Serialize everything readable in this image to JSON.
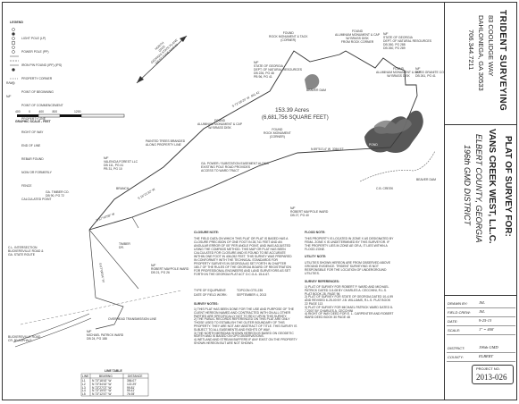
{
  "legend": {
    "title": "LEGEND",
    "items": [
      "LIGHT POLE (LP)",
      "POWER POLE (PP)",
      "IRON PIN FOUND (IPF) (IPS)",
      "PROPERTY CORNER",
      "POINT OF BEGINNING",
      "POINT OF COMMENCEMENT",
      "PROPERTY LINE",
      "RIGHT OF WAY",
      "END OF LINE",
      "REBAR FOUND",
      "NOW OR FORMERLY",
      "FENCE",
      "CALCULATED POINT"
    ],
    "codes": [
      "R/W",
      "N/F",
      "POB",
      "POC",
      "CP"
    ]
  },
  "north_arrow_label": "NORTH\nGRID\nGEORGIA STATE PLANE\nWEST ZONE NAD 83",
  "graphic_scale": {
    "label": "GRAPHIC SCALE - FEET",
    "ticks": [
      "400",
      "0",
      "400",
      "800",
      "1200"
    ]
  },
  "area": {
    "acres": "153.39 Acres",
    "sqft": "(6,681,756 SQUARE FEET)"
  },
  "annotations": [
    "FOUND\nROCK MONUMENT & TACK\n(CORNER)",
    "FOUND\nALUMINUM MONUMENT & CAP\nW/ BRASS DISK\nFROM ROCK CORNER",
    "N/F\nSTATE OF GEORGIA\nDEPT. OF NATURAL RESOURCES\nDB 260, PG 288\nDB 260, PG 289",
    "FOUND\nALUMINUM MONUMENT & CAP\nW/ BRASS DISK",
    "N/F\nBOGS GRANITE CO.\nDB 261, PG 41",
    "N/F\nSTATE OF GEORGIA\nDEPT. OF NATURAL RESOURCES\nDB 226, PG 48\nPB 96, PG 41",
    "BEAVER DAM",
    "POND",
    "FOUND\nALUMINUM MONUMENT & CAP\nW/ BRASS DISK",
    "FOUND\nROCK MONUMENT\n(CORNER)",
    "PAINTED TREES BRANDED\nALONG PROPERTY LINE",
    "N/F\nVALENCIA FOREST LLC\nDB 111, PG 41\nPB 31, PG 10",
    "GA. POWER / SUBSTATION EASEMENT ALONG\nEXISTING POLE ROAD PROVIDES\nACCESS TO WARD TRACT",
    "GA. TIMBER CO.\nDB 90, PG 72",
    "N/F\nROBERT MAYPOLE WARD\nDB 27, PG 40",
    "N/F\nROBERT MAYPOLE WARD\nDB 21, PG 26",
    "N/F\nMICHAEL PATRICK WARD\nDB 24, PG 188",
    "BUCKERSVILLE ROAD\nCR. 80 ASPHALT",
    "OVERHEAD TRANSMISSION LINE",
    "BRANCH",
    "TIMBER\nDR.",
    "BEAVER DAM",
    "C.B. CREEK",
    "C.L. INTERSECTION\nBUCKERSVILLE ROAD &\nGA. STATE ROUTE"
  ],
  "bearings": [
    "S 72°26'29\" W  491.41'",
    "S 16°21'32\" W",
    "N 89°51'14\" W  3364.97'",
    "S 07°08'04\" W",
    "S 67°43'58\" W"
  ],
  "closure_note": {
    "title": "CLOSURE NOTE:",
    "text": "THE FIELD DATA ON WHICH THIS PLAT OR PLAT IS BASED HAS A CLOSURE PRECISION OF ONE FOOT IN 28,741 FEET AND AN ANGULAR ERROR OF 05\" PER ANGLE POINT, AND WAS ADJUSTED USING THE COMPASS METHOD. THIS MAP OR PLAT HAS BEEN CALCULATED FOR CLOSURE AND IS FOUND TO BE ACCURATE WITHIN ONE FOOT IN 406,052 FEET.\n\nTHIS SURVEY WAS PREPARED IN CONFORMITY WITH THE TECHNICAL STANDARDS FOR PROPERTY SURVEYS IN GEORGIA AS SET FORTH IN CHAPTER 180-7 OF THE RULES OF THE GEORGIA BOARD OF REGISTRATION FOR PROFESSIONAL ENGINEERS AND LAND SURVEYORS AS SET FORTH IN THE GEORGIA PLAT ACT O.C.G.A. 15-6-67.",
    "equipment_label": "TYPE OF EQUIPMENT:",
    "equipment": "TOPCON GTS-235",
    "date_label": "DATE OF FIELD WORK:",
    "date": "SEPTEMBER 4, 2013"
  },
  "flood_note": {
    "title": "FLOOD NOTE:",
    "text": "THIS PROPERTY IS LOCATED IN ZONE X AS DESIGNATED BY FEMA. ZONE X IS UNDETERMINED BY THIS SURVEYOR. IF THE PROPERTY LIES IN ZONE AE OR A, IT LIES WITHIN A FLOOD ZONE."
  },
  "utility_note": {
    "title": "UTILITY NOTE:",
    "text": "UTILITIES SHOWN HEREON ARE FROM OBSERVED ABOVE GROUND EVIDENCE. TRIDENT SURVEYING IS NOT RESPONSIBLE FOR THE LOCATION OF UNDERGROUND UTILITIES."
  },
  "survey_notes": {
    "title": "SURVEY NOTES:",
    "items": [
      "1) THIS PLAT HAS BEEN DONE FOR THE USE AND PURPOSE OF THE CLIENT HEREON NAMED AND CONTRACTED WITH ON ALL OTHER PARTIES ARE SPECIFICALLY NOT TO RELY UPON THIS SURVEY.",
      "2) THE PUBLIC RECORDS REFERENCED ON THIS PLAT ARE ONLY THOSE USED TO ESTABLISH THE OUTER BOUNDARY OF THIS PROPERTY. THEY ARE NOT ANY ABSTRACT OF TITLE. THIS SURVEY IS SUBJECT TO ALL EASEMENTS AND RIGHTS OF WAY.",
      "3) THE NORTH MERIDIAN SHOWN HEREON IS BASED ON GEODETIC NORTH AND IS BASED ON GPS OBSERVATIONS.",
      "4) WETLAND AND STREAM BUFFERS IF ANY EXIST ON THE PROPERTY SHOWN HEREON BUT ARE NOT SHOWN."
    ]
  },
  "survey_references": {
    "title": "SURVEY REFERENCES:",
    "items": [
      "1) PLAT OF SURVEY FOR ROBERT P. WARD AND MICHAEL PATRICK DATED 3-5-08 BY CHARLES A. CECCHINI, R.L.S. PLAT BOOK 28, PAGE 96",
      "2) PLAT OF SURVEY FOR STATE OF GEORGIA DATED 10-4-99 AND REVISED 6-25-00 BY J.B. WILLIAMS, R.L.S. PLAT BOOK 22 PAGE 113",
      "3) PLAT OF SURVEY FOR MICHAEL PATRICK WARD DATED 8-7-2007 BY CHARLES A. CECCHINI",
      "4) RIGHT OF WAY DEED FOR E. L. CARPENTER AND ROBERT WARD DEED BOOK 30 PAGE 48"
    ]
  },
  "line_table": {
    "title": "LINE TABLE",
    "headers": [
      "LINE",
      "BEARING",
      "DISTANCE"
    ],
    "rows": [
      [
        "L1",
        "N 73°18'43\" W",
        "356.07'"
      ],
      [
        "L2",
        "N 73°34'43\" W",
        "122.29'"
      ],
      [
        "L3",
        "N 73°27'07\" W",
        "99.81'"
      ],
      [
        "L4",
        "N 73°19'57\" W",
        "99.41'"
      ],
      [
        "L5",
        "N 73°12'47\" W",
        "76.93'"
      ]
    ]
  },
  "titleblock": {
    "company": "TRIDENT SURVEYING",
    "address": "83 COOLIDGE WAY",
    "city": "DAHLONEGA, GA 30533",
    "phone": "706.344.7211",
    "plat_title": "PLAT OF SURVEY FOR:",
    "client": "VANS CREEK WEST, L.L.C.",
    "county": "ELBERT COUNTY, GEORGIA",
    "district": "196th GMD DISTRICT",
    "fields": [
      {
        "label": "DRAWN BY:",
        "value": "JSL"
      },
      {
        "label": "FIELD CREW:",
        "value": "JSL"
      },
      {
        "label": "DATE:",
        "value": "9-25-13"
      },
      {
        "label": "SCALE:",
        "value": "1\" = 400'"
      }
    ],
    "district_label": "DISTRICT:",
    "district_value": "196th GMD",
    "county_label": "COUNTY:",
    "county_value": "ELBERT",
    "project_label": "PROJECT NO.",
    "project_no": "2013-026"
  }
}
